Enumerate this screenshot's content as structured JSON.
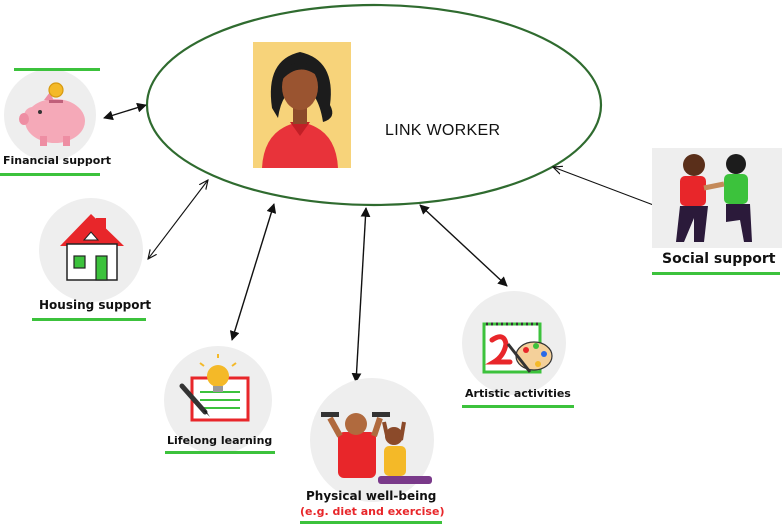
{
  "center": {
    "label": "LINK WORKER"
  },
  "nodes": {
    "financial": {
      "label": "Financial support"
    },
    "housing": {
      "label": "Housing support"
    },
    "learning": {
      "label": "Lifelong learning"
    },
    "physical": {
      "label": "Physical well-being",
      "sublabel": "(e.g. diet and exercise)"
    },
    "artistic": {
      "label": "Artistic activities"
    },
    "social": {
      "label": "Social support"
    }
  },
  "colors": {
    "ellipse": "#2f6b2f",
    "accent_green": "#3cc23c",
    "accent_red": "#e8262a",
    "avatar_bg": "#f7d37a",
    "icon_bg": "#eeeeee"
  }
}
